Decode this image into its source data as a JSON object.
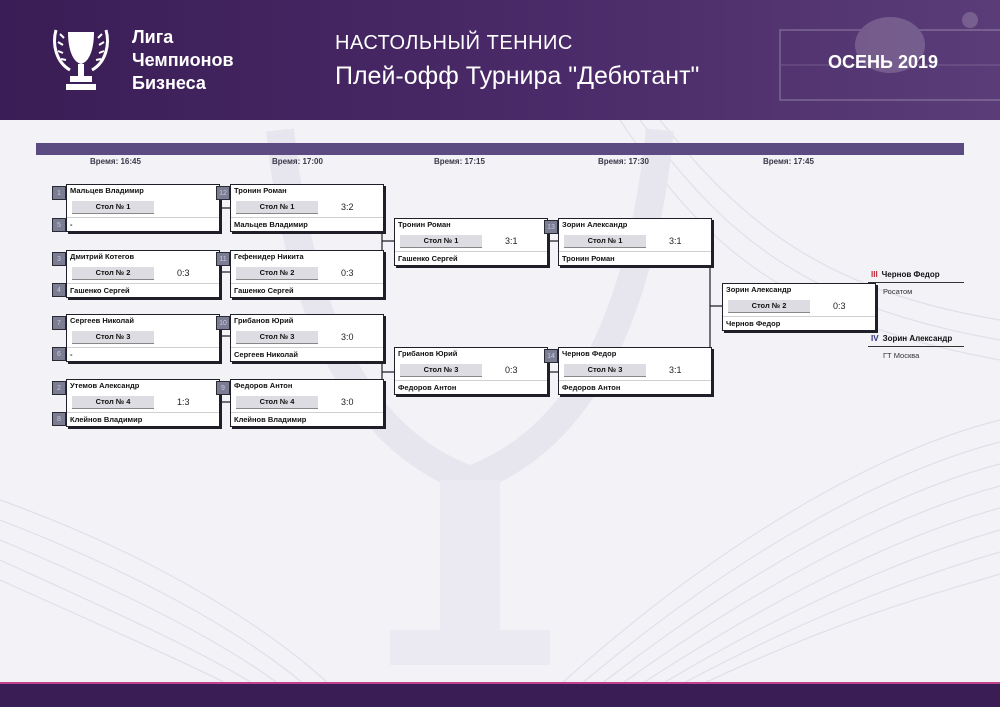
{
  "header": {
    "logo_lines": [
      "Лига",
      "Чемпионов",
      "Бизнеса"
    ],
    "sport": "НАСТОЛЬНЫЙ ТЕННИС",
    "title": "Плей-офф Турнира \"Дебютант\"",
    "season": "ОСЕНЬ 2019"
  },
  "times": [
    "Время: 16:45",
    "Время: 17:00",
    "Время: 17:15",
    "Время: 17:30",
    "Время: 17:45"
  ],
  "matches": [
    {
      "p1": "Мальцев Владимир",
      "p2": "-",
      "table": "Стол № 1",
      "score": ""
    },
    {
      "p1": "Дмитрий Котегов",
      "p2": "Гашенко Сергей",
      "table": "Стол № 2",
      "score": "0:3"
    },
    {
      "p1": "Сергеев Николай",
      "p2": "-",
      "table": "Стол № 3",
      "score": ""
    },
    {
      "p1": "Утемов Александр",
      "p2": "Клейнов Владимир",
      "table": "Стол № 4",
      "score": "1:3"
    },
    {
      "p1": "Тронин Роман",
      "p2": "Мальцев Владимир",
      "table": "Стол № 1",
      "score": "3:2"
    },
    {
      "p1": "Гефенидер Никита",
      "p2": "Гашенко Сергей",
      "table": "Стол № 2",
      "score": "0:3"
    },
    {
      "p1": "Грибанов Юрий",
      "p2": "Сергеев Николай",
      "table": "Стол № 3",
      "score": "3:0"
    },
    {
      "p1": "Федоров Антон",
      "p2": "Клейнов Владимир",
      "table": "Стол № 4",
      "score": "3:0"
    },
    {
      "p1": "Тронин Роман",
      "p2": "Гашенко Сергей",
      "table": "Стол № 1",
      "score": "3:1"
    },
    {
      "p1": "Грибанов Юрий",
      "p2": "Федоров Антон",
      "table": "Стол № 3",
      "score": "0:3"
    },
    {
      "p1": "Зорин Александр",
      "p2": "Тронин Роман",
      "table": "Стол № 1",
      "score": "3:1"
    },
    {
      "p1": "Чернов Федор",
      "p2": "Федоров Антон",
      "table": "Стол № 3",
      "score": "3:1"
    },
    {
      "p1": "Зорин Александр",
      "p2": "Чернов Федор",
      "table": "Стол № 2",
      "score": "0:3"
    }
  ],
  "seeds": [
    "1",
    "5",
    "3",
    "4",
    "7",
    "6",
    "2",
    "8",
    "12",
    "11",
    "10",
    "9",
    "13",
    "14"
  ],
  "results": [
    {
      "place": "III",
      "name": "Чернов Федор",
      "org": "Росатом",
      "color": "#c0283c"
    },
    {
      "place": "IV",
      "name": "Зорин Александр",
      "org": "ГТ Москва",
      "color": "#2b2f7a"
    }
  ],
  "colors": {
    "header_bg": "#3a1d55",
    "bar": "#5c4a82",
    "footer_stripe": "#c2418f"
  },
  "chart_data": {
    "type": "table",
    "title": "Плей-офф Турнира \"Дебютант\"",
    "rounds": [
      {
        "time": "16:45",
        "matches": [
          [
            "Мальцев Владимир",
            "-",
            ""
          ],
          [
            "Дмитрий Котегов",
            "Гашенко Сергей",
            "0:3"
          ],
          [
            "Сергеев Николай",
            "-",
            ""
          ],
          [
            "Утемов Александр",
            "Клейнов Владимир",
            "1:3"
          ]
        ]
      },
      {
        "time": "17:00",
        "matches": [
          [
            "Тронин Роман",
            "Мальцев Владимир",
            "3:2"
          ],
          [
            "Гефенидер Никита",
            "Гашенко Сергей",
            "0:3"
          ],
          [
            "Грибанов Юрий",
            "Сергеев Николай",
            "3:0"
          ],
          [
            "Федоров Антон",
            "Клейнов Владимир",
            "3:0"
          ]
        ]
      },
      {
        "time": "17:15",
        "matches": [
          [
            "Тронин Роман",
            "Гашенко Сергей",
            "3:1"
          ],
          [
            "Грибанов Юрий",
            "Федоров Антон",
            "0:3"
          ]
        ]
      },
      {
        "time": "17:30",
        "matches": [
          [
            "Зорин Александр",
            "Тронин Роман",
            "3:1"
          ],
          [
            "Чернов Федор",
            "Федоров Антон",
            "3:1"
          ]
        ]
      },
      {
        "time": "17:45",
        "matches": [
          [
            "Зорин Александр",
            "Чернов Федор",
            "0:3"
          ]
        ]
      }
    ],
    "results": [
      [
        "III",
        "Чернов Федор",
        "Росатом"
      ],
      [
        "IV",
        "Зорин Александр",
        "ГТ Москва"
      ]
    ]
  }
}
